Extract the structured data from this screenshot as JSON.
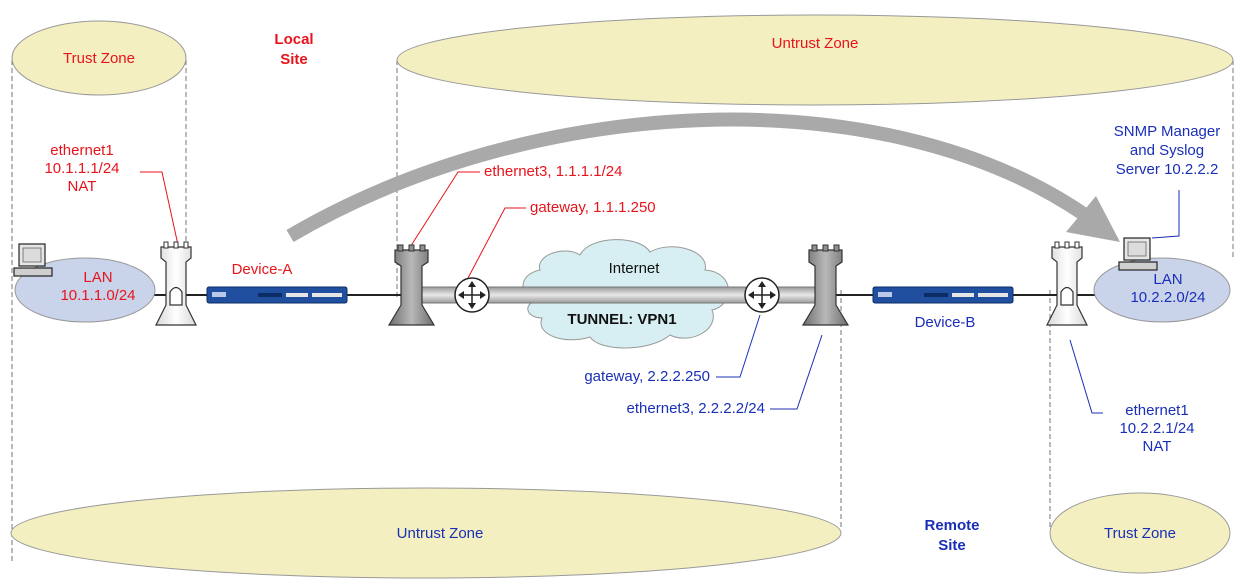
{
  "zones": {
    "trust_local": "Trust Zone",
    "untrust_top": "Untrust Zone",
    "untrust_bottom": "Untrust Zone",
    "trust_remote": "Trust Zone"
  },
  "sites": {
    "local_line1": "Local",
    "local_line2": "Site",
    "remote_line1": "Remote",
    "remote_line2": "Site"
  },
  "local": {
    "eth1_line1": "ethernet1",
    "eth1_line2": "10.1.1.1/24",
    "eth1_line3": "NAT",
    "eth3": "ethernet3, 1.1.1.1/24",
    "gateway": "gateway, 1.1.1.250",
    "device": "Device-A",
    "lan_line1": "LAN",
    "lan_line2": "10.1.1.0/24"
  },
  "cloud": {
    "internet": "Internet",
    "tunnel": "TUNNEL: VPN1"
  },
  "remote": {
    "snmp_line1": "SNMP Manager",
    "snmp_line2": "and Syslog",
    "snmp_line3": "Server 10.2.2.2",
    "lan_line1": "LAN",
    "lan_line2": "10.2.2.0/24",
    "device": "Device-B",
    "gateway": "gateway, 2.2.2.250",
    "eth3": "ethernet3, 2.2.2.2/24",
    "eth1_line1": "ethernet1",
    "eth1_line2": "10.2.2.1/24",
    "eth1_line3": "NAT"
  },
  "colors": {
    "zone_fill": "#f3efc0",
    "lan_fill": "#c9d3ea",
    "device_fill": "#1f4f9e",
    "firewall_fill": "#8f8f8f",
    "red_text": "#e8141c",
    "blue_text": "#1a2fb8",
    "arrow": "#a9a9a9"
  }
}
